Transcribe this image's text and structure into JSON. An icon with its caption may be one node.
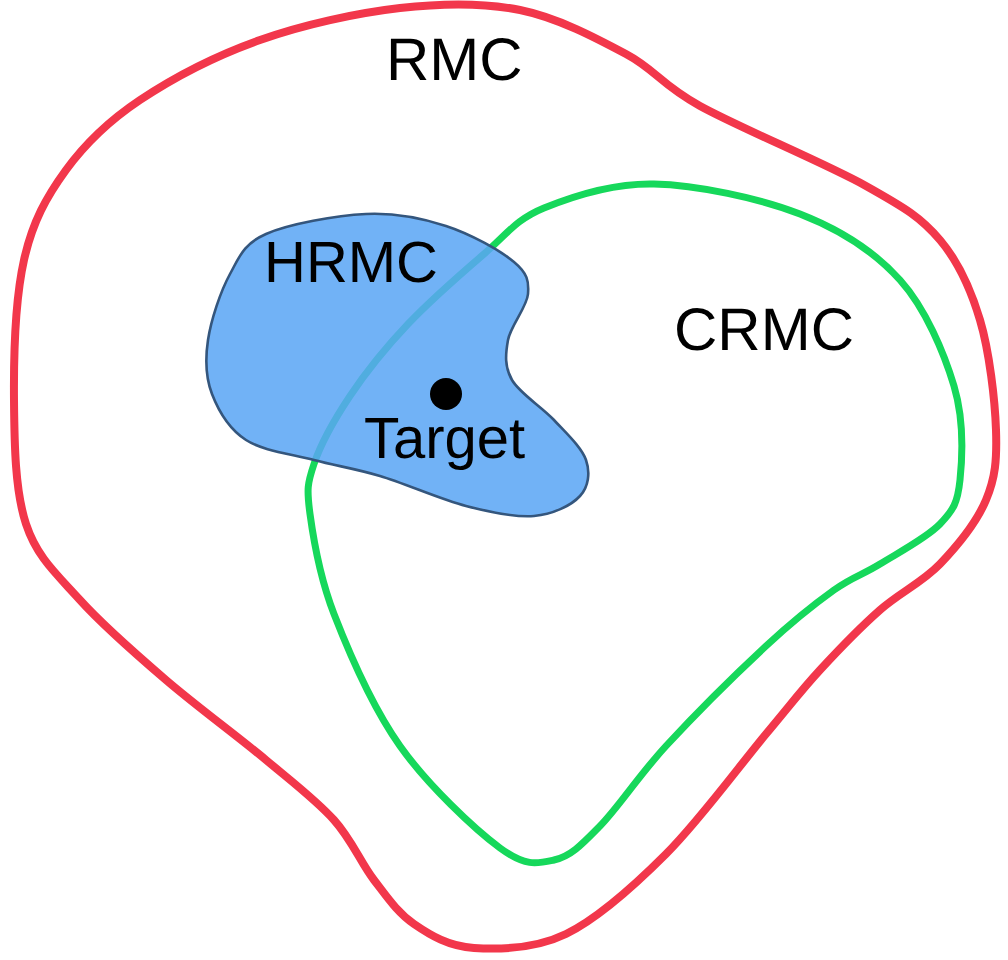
{
  "diagram": {
    "nodes": [
      {
        "text": [
          "RMC"
        ]
      },
      {
        "text": [
          "CRMC"
        ],
        "in": 0
      },
      {
        "text": [
          "HRMC"
        ],
        "in": 0
      }
    ],
    "labels": [
      "Target"
    ]
  }
}
